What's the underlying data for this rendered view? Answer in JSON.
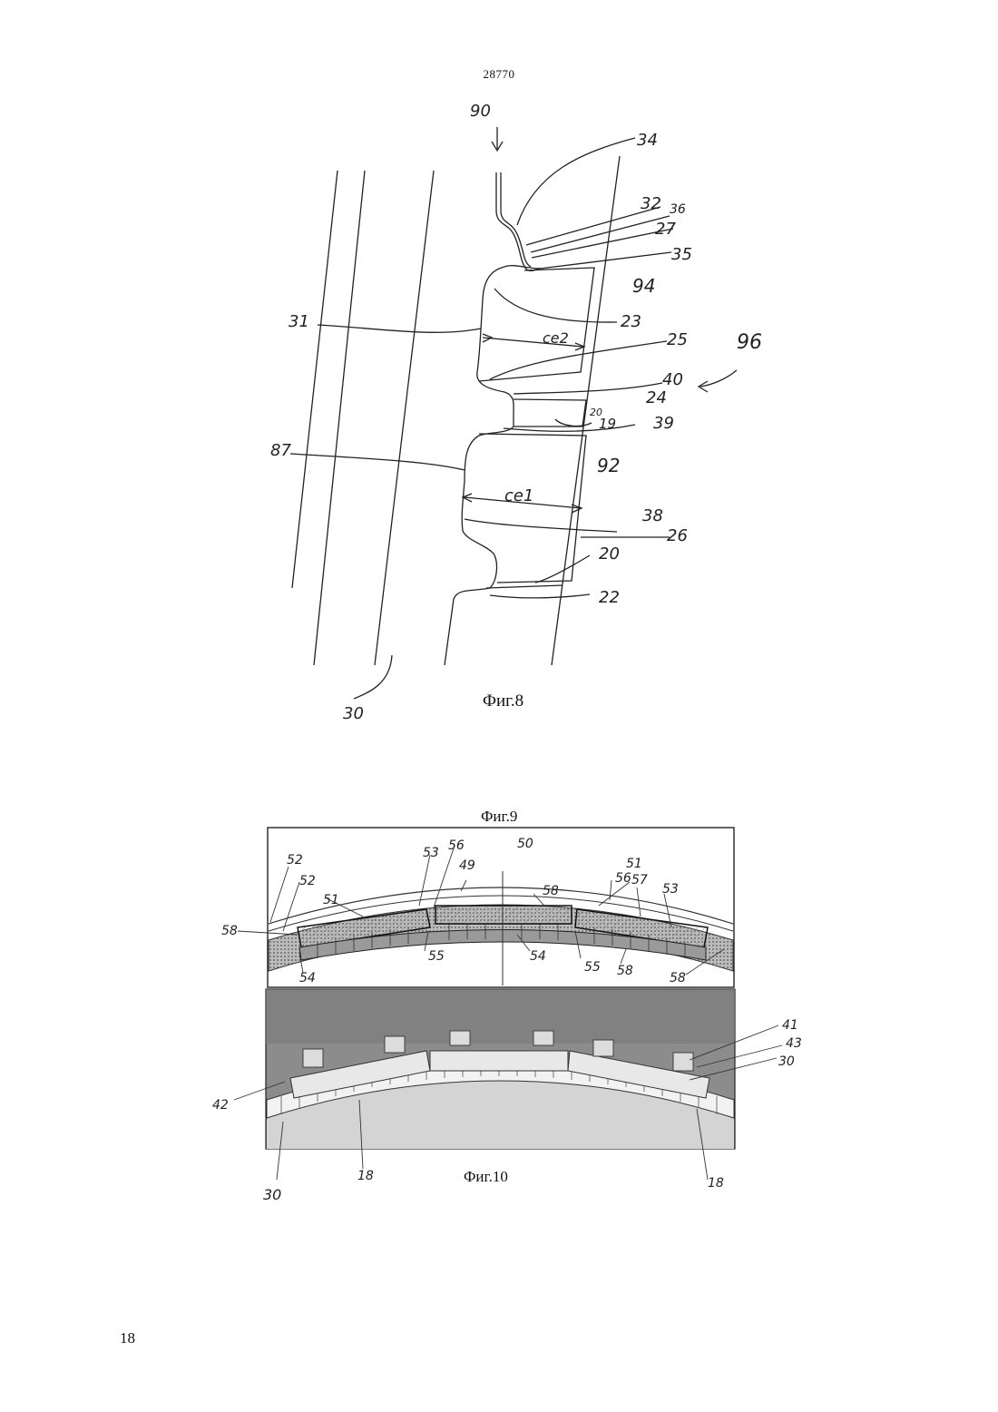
{
  "page": {
    "header_number": "28770",
    "page_number": "18"
  },
  "figures": {
    "fig8": {
      "caption": "Фиг.8",
      "labels": {
        "l90": "90",
        "l34": "34",
        "l32": "32",
        "l36": "36",
        "l27": "27",
        "l35": "35",
        "l94": "94",
        "l31": "31",
        "lce2": "ce2",
        "l23": "23",
        "l25": "25",
        "l96": "96",
        "l40": "40",
        "l24": "24",
        "l20a": "20",
        "l19": "19",
        "l39": "39",
        "l87": "87",
        "l92": "92",
        "lce1": "ce1",
        "l38": "38",
        "l26": "26",
        "l20b": "20",
        "l22": "22",
        "l30": "30"
      }
    },
    "fig9": {
      "caption": "Фиг.9",
      "labels": {
        "l52a": "52",
        "l52b": "52",
        "l51a": "51",
        "l58a": "58",
        "l54a": "54",
        "l53a": "53",
        "l56a": "56",
        "l49": "49",
        "l50": "50",
        "l58b": "58",
        "l55a": "55",
        "l54b": "54",
        "l56b": "56",
        "l51b": "51",
        "l57": "57",
        "l53b": "53",
        "l55b": "55",
        "l58c": "58",
        "l58d": "58"
      }
    },
    "fig10": {
      "caption": "Фиг.10",
      "labels": {
        "l41": "41",
        "l43": "43",
        "l30a": "30",
        "l42": "42",
        "l30b": "30",
        "l18a": "18",
        "l18b": "18"
      }
    }
  },
  "colors": {
    "ink": "#222222",
    "photo_bg": "#8c8c8c",
    "segment": "#e8e8e8"
  }
}
